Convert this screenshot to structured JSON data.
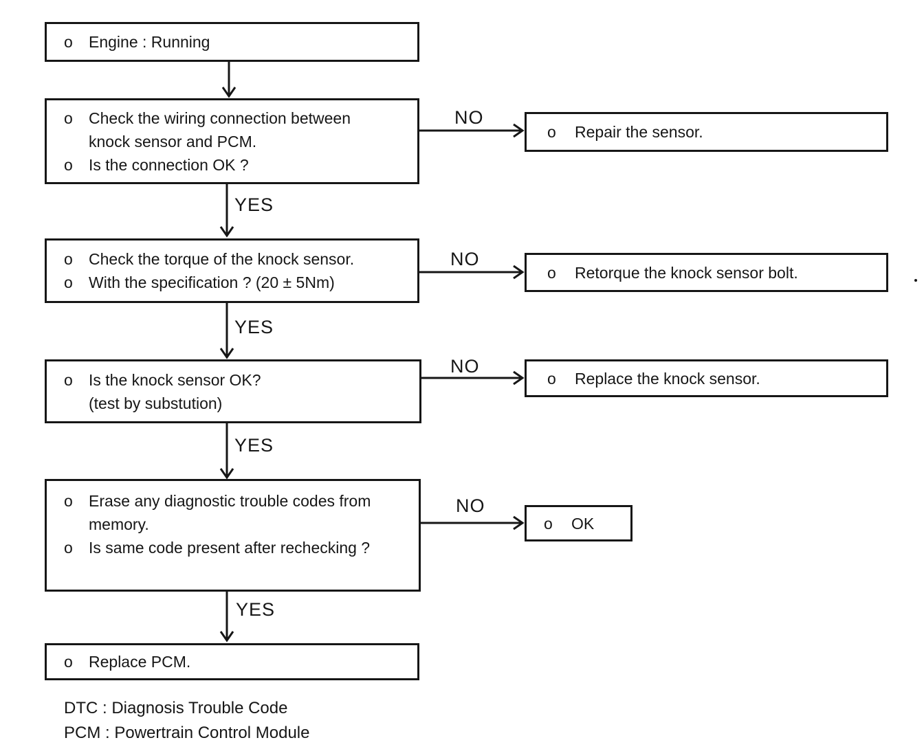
{
  "page": {
    "background": "#ffffff",
    "ink": "#161616"
  },
  "labels": {
    "yes": "YES",
    "no": "NO"
  },
  "steps": [
    {
      "items": [
        {
          "bullet": "o",
          "lines": [
            "Engine : Running"
          ]
        }
      ]
    },
    {
      "items": [
        {
          "bullet": "o",
          "lines": [
            "Check the wiring connection between",
            "knock sensor and PCM."
          ]
        },
        {
          "bullet": "o",
          "lines": [
            "Is the connection OK ?"
          ]
        }
      ]
    },
    {
      "items": [
        {
          "bullet": "o",
          "lines": [
            "Check the torque of the knock sensor."
          ]
        },
        {
          "bullet": "o",
          "lines": [
            "With the specification ? (20 ± 5Nm)"
          ]
        }
      ]
    },
    {
      "items": [
        {
          "bullet": "o",
          "lines": [
            "Is the knock sensor OK?",
            "(test by substution)"
          ]
        }
      ]
    },
    {
      "items": [
        {
          "bullet": "o",
          "lines": [
            "Erase any diagnostic trouble codes from",
            "memory."
          ]
        },
        {
          "bullet": "o",
          "lines": [
            "Is same code present after rechecking ?"
          ]
        }
      ]
    },
    {
      "items": [
        {
          "bullet": "o",
          "lines": [
            "Replace PCM."
          ]
        }
      ]
    }
  ],
  "results": [
    {
      "items": [
        {
          "bullet": "o",
          "lines": [
            "Repair the sensor."
          ]
        }
      ]
    },
    {
      "items": [
        {
          "bullet": "o",
          "lines": [
            "Retorque the knock sensor bolt."
          ]
        }
      ]
    },
    {
      "items": [
        {
          "bullet": "o",
          "lines": [
            "Replace the knock sensor."
          ]
        }
      ]
    },
    {
      "items": [
        {
          "bullet": "o",
          "lines": [
            "OK"
          ]
        }
      ]
    }
  ],
  "footer": {
    "lines": [
      "DTC : Diagnosis Trouble Code",
      "PCM : Powertrain Control Module"
    ]
  }
}
